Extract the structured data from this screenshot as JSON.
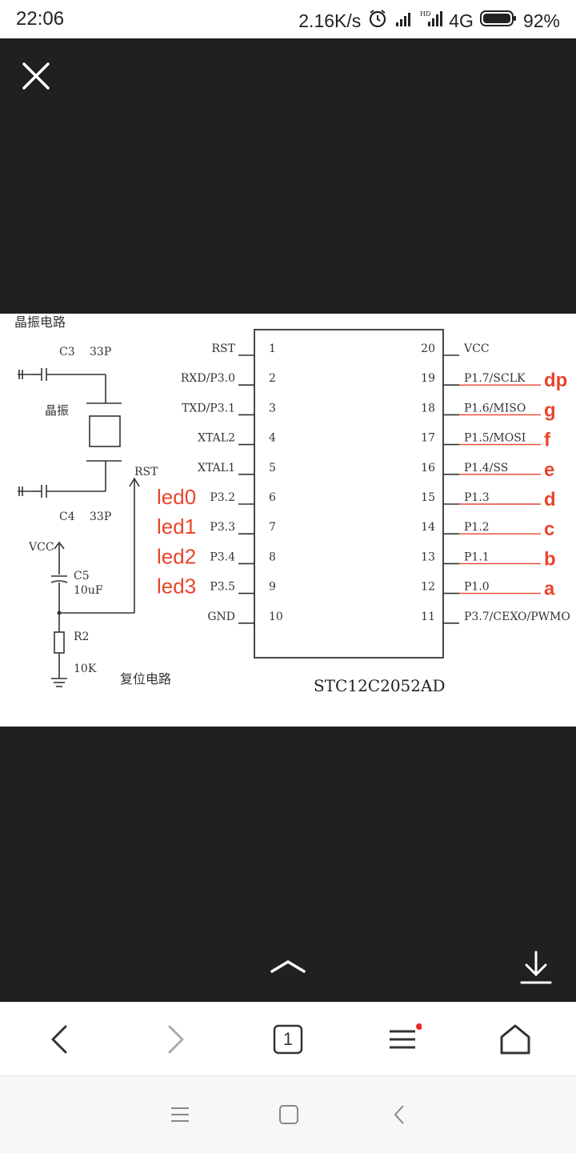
{
  "status_bar": {
    "time": "22:06",
    "network_speed": "2.16K/s",
    "network_type": "4G",
    "battery": "92%"
  },
  "viewer": {
    "close_icon": "close-icon",
    "collapse_icon": "chevron-up-icon",
    "download_icon": "download-icon"
  },
  "schematic": {
    "title": "STC12C2052AD",
    "crystal_section_label": "晶振电路",
    "reset_section_label": "复位电路",
    "crystal_label": "晶振",
    "c3": "C3",
    "c3_value": "33P",
    "c4": "C4",
    "c4_value": "33P",
    "vcc_label": "VCC",
    "c5": "C5",
    "c5_value": "10uF",
    "r2": "R2",
    "r2_value": "10K",
    "rst_net": "RST",
    "left_pins": [
      {
        "name": "RST",
        "num": "1"
      },
      {
        "name": "RXD/P3.0",
        "num": "2"
      },
      {
        "name": "TXD/P3.1",
        "num": "3"
      },
      {
        "name": "XTAL2",
        "num": "4"
      },
      {
        "name": "XTAL1",
        "num": "5"
      },
      {
        "name": "P3.2",
        "num": "6"
      },
      {
        "name": "P3.3",
        "num": "7"
      },
      {
        "name": "P3.4",
        "num": "8"
      },
      {
        "name": "P3.5",
        "num": "9"
      },
      {
        "name": "GND",
        "num": "10"
      }
    ],
    "right_pins": [
      {
        "name": "VCC",
        "num": "20"
      },
      {
        "name": "P1.7/SCLK",
        "num": "19"
      },
      {
        "name": "P1.6/MISO",
        "num": "18"
      },
      {
        "name": "P1.5/MOSI",
        "num": "17"
      },
      {
        "name": "P1.4/SS",
        "num": "16"
      },
      {
        "name": "P1.3",
        "num": "15"
      },
      {
        "name": "P1.2",
        "num": "14"
      },
      {
        "name": "P1.1",
        "num": "13"
      },
      {
        "name": "P1.0",
        "num": "12"
      },
      {
        "name": "P3.7/CEXO/PWMO",
        "num": "11"
      }
    ],
    "led_annotations": [
      "led0",
      "led1",
      "led2",
      "led3"
    ],
    "segment_annotations": [
      "dp",
      "g",
      "f",
      "e",
      "d",
      "c",
      "b",
      "a"
    ],
    "annotation_color": "#e8452c"
  },
  "browser_nav": {
    "back_icon": "back-arrow-icon",
    "forward_icon": "forward-arrow-icon",
    "tab_count": "1",
    "menu_icon": "menu-icon",
    "home_icon": "home-icon"
  },
  "system_nav": {
    "recents_icon": "recents-icon",
    "home_icon": "home-square-icon",
    "back_icon": "back-chevron-icon"
  }
}
